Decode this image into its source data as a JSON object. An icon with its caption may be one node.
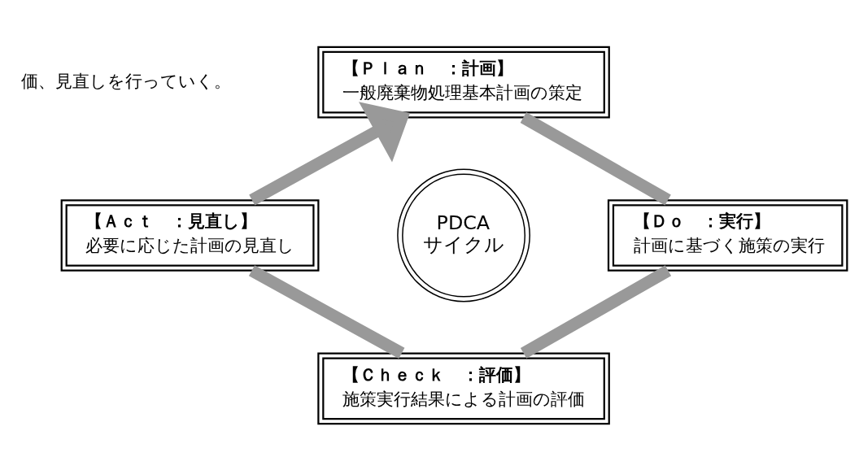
{
  "diagram": {
    "nodes": [
      {
        "text": [
          "【Ｐｌａｎ　：計画】",
          "一般廃棄物処理基本計画の策定"
        ]
      },
      {
        "text": [
          "【Ｄｏ　：実行】",
          "計画に基づく施策の実行"
        ]
      },
      {
        "text": [
          "【Ｃｈｅｃｋ　：評価】",
          "施策実行結果による計画の評価"
        ]
      },
      {
        "text": [
          "【Ａｃｔ　：見直し】",
          "必要に応じた計画の見直し"
        ]
      },
      {
        "text": [
          "PDCA サイクル"
        ]
      }
    ],
    "edges": [
      {
        "from": 0,
        "to": 1,
        "arrow": "none"
      },
      {
        "from": 1,
        "to": 2,
        "arrow": "none"
      },
      {
        "from": 2,
        "to": 3,
        "arrow": "none"
      },
      {
        "from": 3,
        "to": 0,
        "arrow": "to"
      }
    ],
    "labels": [
      "価、見直しを行っていく。"
    ]
  }
}
